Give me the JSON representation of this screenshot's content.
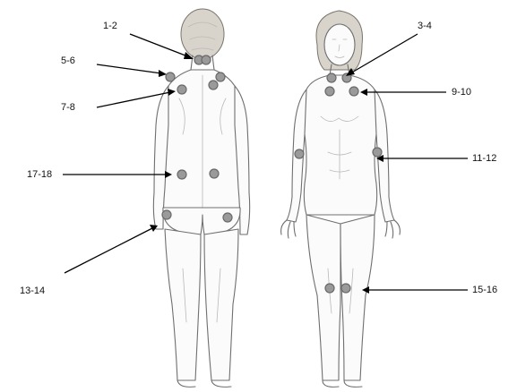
{
  "colors": {
    "tender_point_fill": "#9a9a9a",
    "tender_point_stroke": "#6a6a6a",
    "arrow": "#000000",
    "outline": "#6f6f6f"
  },
  "labels": {
    "p1_2": "1-2",
    "p3_4": "3-4",
    "p5_6": "5-6",
    "p7_8": "7-8",
    "p9_10": "9-10",
    "p11_12": "11-12",
    "p13_14": "13-14",
    "p15_16": "15-16",
    "p17_18": "17-18"
  }
}
